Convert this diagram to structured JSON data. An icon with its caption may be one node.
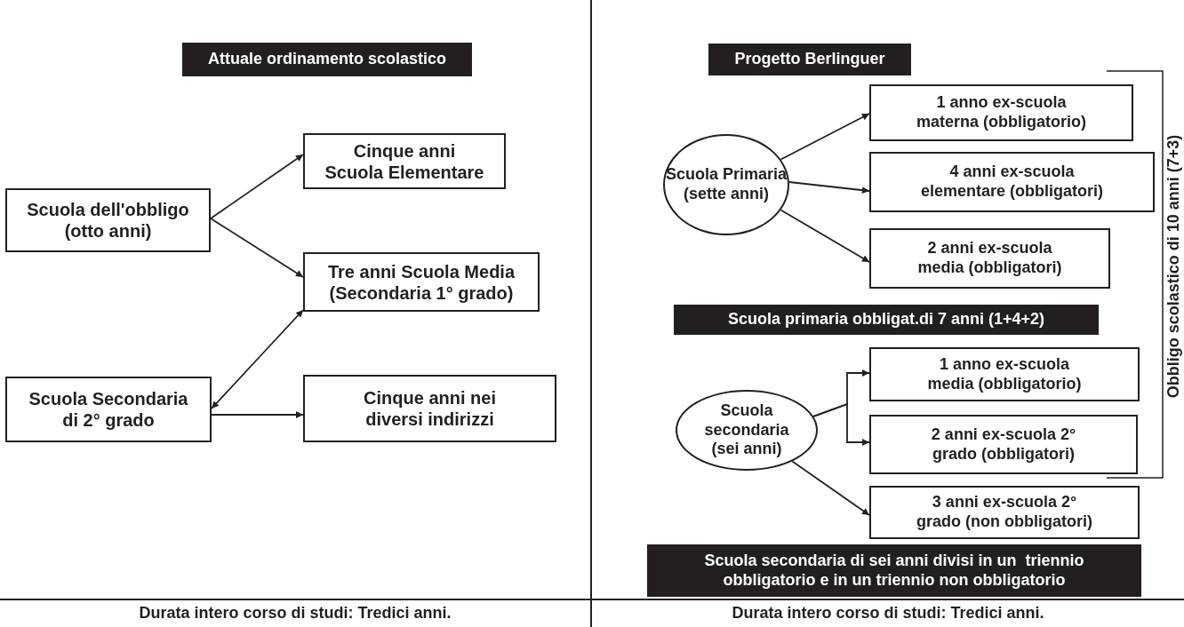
{
  "diagram": {
    "nodes": [
      {
        "text": [
          "Attuale ordinamento scolastico"
        ]
      },
      {
        "text": [
          "Scuola dell'obbligo (otto anni)"
        ]
      },
      {
        "text": [
          "Cinque anni Scuola Elementare"
        ]
      },
      {
        "text": [
          "Tre anni Scuola Media (Secondaria 1° grado)"
        ]
      },
      {
        "text": [
          "Scuola Secondaria di 2° grado"
        ]
      },
      {
        "text": [
          "Cinque anni nei diversi indirizzi"
        ]
      },
      {
        "text": [
          "Progetto Berlinguer"
        ]
      },
      {
        "text": [
          "Scuola Primaria (sette anni)"
        ]
      },
      {
        "text": [
          "1 anno ex-scuola materna (obbligatorio)"
        ]
      },
      {
        "text": [
          "4 anni ex-scuola elementare (obbligatori)"
        ]
      },
      {
        "text": [
          "2 anni ex-scuola media (obbligatori)"
        ]
      },
      {
        "text": [
          "Scuola primaria obbligat.di 7 anni (1+4+2)"
        ]
      },
      {
        "text": [
          "Scuola secondaria (sei anni)"
        ]
      },
      {
        "text": [
          "1 anno ex-scuola media (obbligatorio)"
        ]
      },
      {
        "text": [
          "2 anni ex-scuola 2° grado (obbligatori)"
        ]
      },
      {
        "text": [
          "3 anni ex-scuola 2° grado (non obbligatori)"
        ]
      },
      {
        "text": [
          "Scuola secondaria di sei anni divisi in un  triennio obbligatorio e in un triennio non obbligatorio"
        ]
      }
    ],
    "edges": [
      {
        "from": 1,
        "to": 2,
        "arrow": "to"
      },
      {
        "from": 1,
        "to": 3,
        "arrow": "to"
      },
      {
        "from": 4,
        "to": 3,
        "arrow": "both"
      },
      {
        "from": 4,
        "to": 5,
        "arrow": "to"
      },
      {
        "from": 7,
        "to": 8,
        "arrow": "to"
      },
      {
        "from": 7,
        "to": 9,
        "arrow": "to"
      },
      {
        "from": 7,
        "to": 10,
        "arrow": "to"
      },
      {
        "from": 12,
        "to": 13,
        "arrow": "to"
      },
      {
        "from": 12,
        "to": 14,
        "arrow": "to"
      },
      {
        "from": 12,
        "to": 15,
        "arrow": "to"
      }
    ],
    "labels": [
      "Obbligo scolastico di 10 anni (7+3)",
      "Durata intero corso di studi: Tredici anni.",
      "Durata intero corso di studi: Tredici anni."
    ]
  }
}
